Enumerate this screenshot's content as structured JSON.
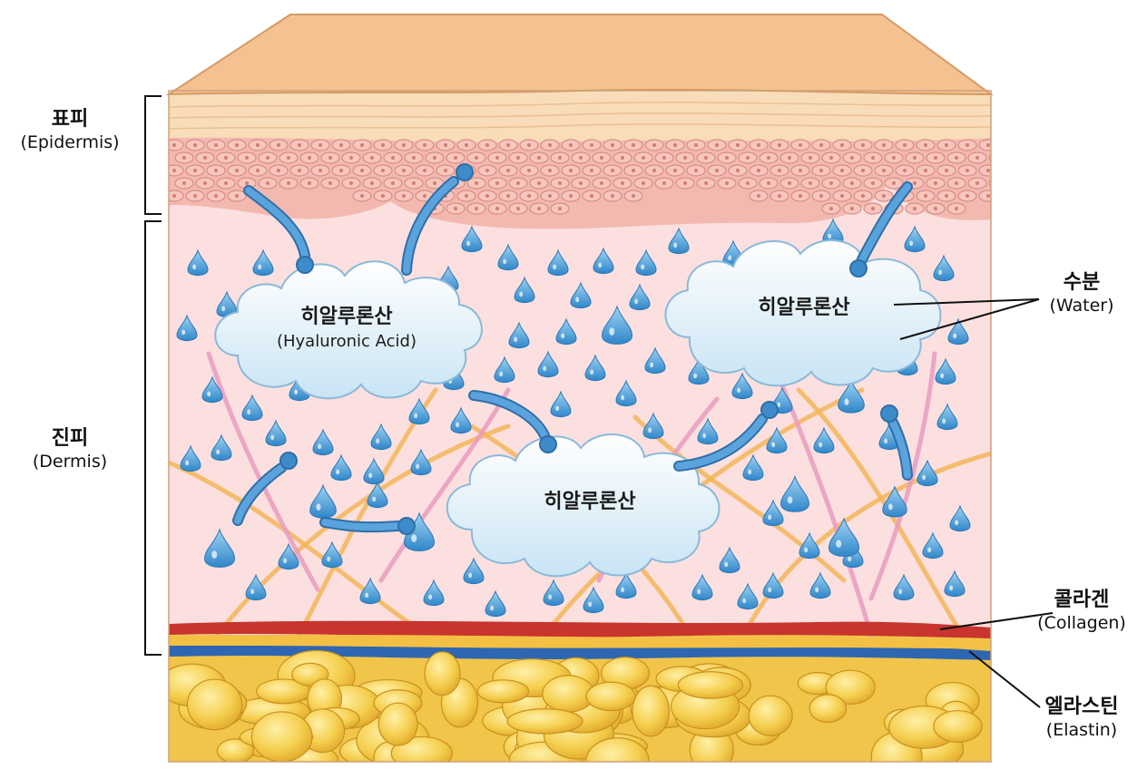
{
  "layers": {
    "epidermis": {
      "ko": "표피",
      "en": "(Epidermis)"
    },
    "dermis": {
      "ko": "진피",
      "en": "(Dermis)"
    }
  },
  "clouds": {
    "left": {
      "ko": "히알루론산",
      "en": "(Hyaluronic Acid)"
    },
    "center": {
      "ko": "히알루론산"
    },
    "right": {
      "ko": "히알루론산"
    }
  },
  "callouts": {
    "water": {
      "ko": "수분",
      "en": "(Water)"
    },
    "collagen": {
      "ko": "콜라겐",
      "en": "(Collagen)"
    },
    "elastin": {
      "ko": "엘라스틴",
      "en": "(Elastin)"
    }
  },
  "colors": {
    "water_drop": "#4a9fd8",
    "cloud": "#e6f3fb",
    "arrow": "#3d8bc9",
    "collagen": "#c8332d",
    "elastin": "#2f67b3",
    "fat": "#f3c744",
    "dermis": "#f9dcdc",
    "epidermis_cells": "#f2b7ad",
    "skin_top": "#f4c393"
  },
  "icons": {
    "drop": "water-drop-icon",
    "arrow": "flow-arrow-icon"
  }
}
